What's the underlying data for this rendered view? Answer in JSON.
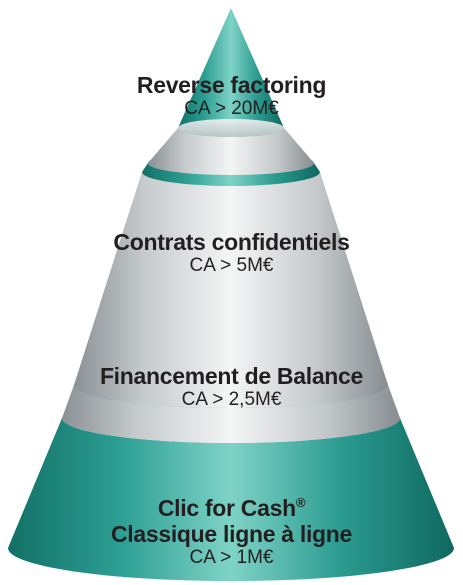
{
  "tiers": [
    {
      "name": "Reverse factoring",
      "condition": "CA > 20M€"
    },
    {
      "name": "Contrats confidentiels",
      "condition": "CA > 5M€"
    },
    {
      "name": "Financement de Balance",
      "condition": "CA > 2,5M€"
    },
    {
      "name": "Clic for Cash",
      "trademark": "®",
      "name_line2": "Classique ligne à ligne",
      "condition": "CA > 1M€"
    }
  ],
  "colors": {
    "teal": "#2fa59a",
    "teal_light": "#5cc7b8",
    "teal_dark": "#16766d",
    "grey_light": "#e9ebec",
    "grey_mid": "#b7bcbf",
    "grey_dark": "#878d91",
    "text": "#231f20"
  }
}
